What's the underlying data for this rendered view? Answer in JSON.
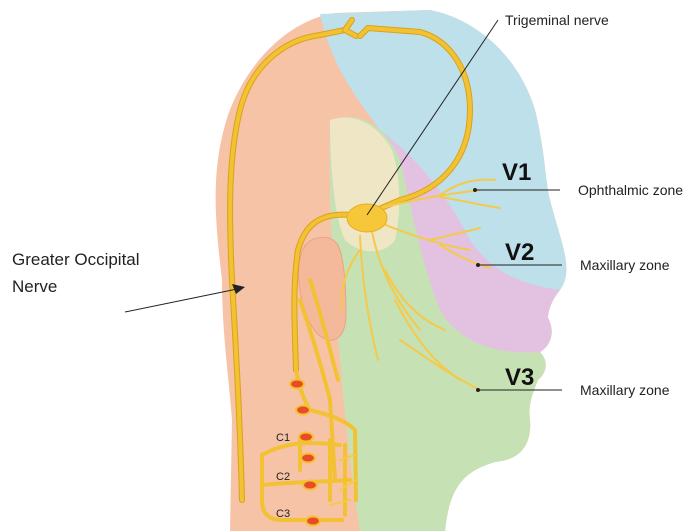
{
  "labels": {
    "trigeminal": "Trigeminal nerve",
    "greater_occipital_line1": "Greater Occipital",
    "greater_occipital_line2": "Nerve",
    "v1": "V1",
    "v2": "V2",
    "v3": "V3",
    "ophthalmic_zone": "Ophthalmic zone",
    "maxillary_zone_upper": "Maxillary zone",
    "maxillary_zone_lower": "Maxillary zone",
    "c1": "C1",
    "c2": "C2",
    "c3": "C3"
  },
  "colors": {
    "skin_back": "#f6c3a7",
    "v1_zone": "#bde0ea",
    "v2_zone": "#e2c2e0",
    "v3_zone": "#c6e2b4",
    "center_zone": "#efe6c6",
    "nerve": "#f2c232",
    "ganglion": "#f7c73a",
    "c_marker_fill": "#e84b2a",
    "c_marker_stroke": "#f2c232"
  }
}
